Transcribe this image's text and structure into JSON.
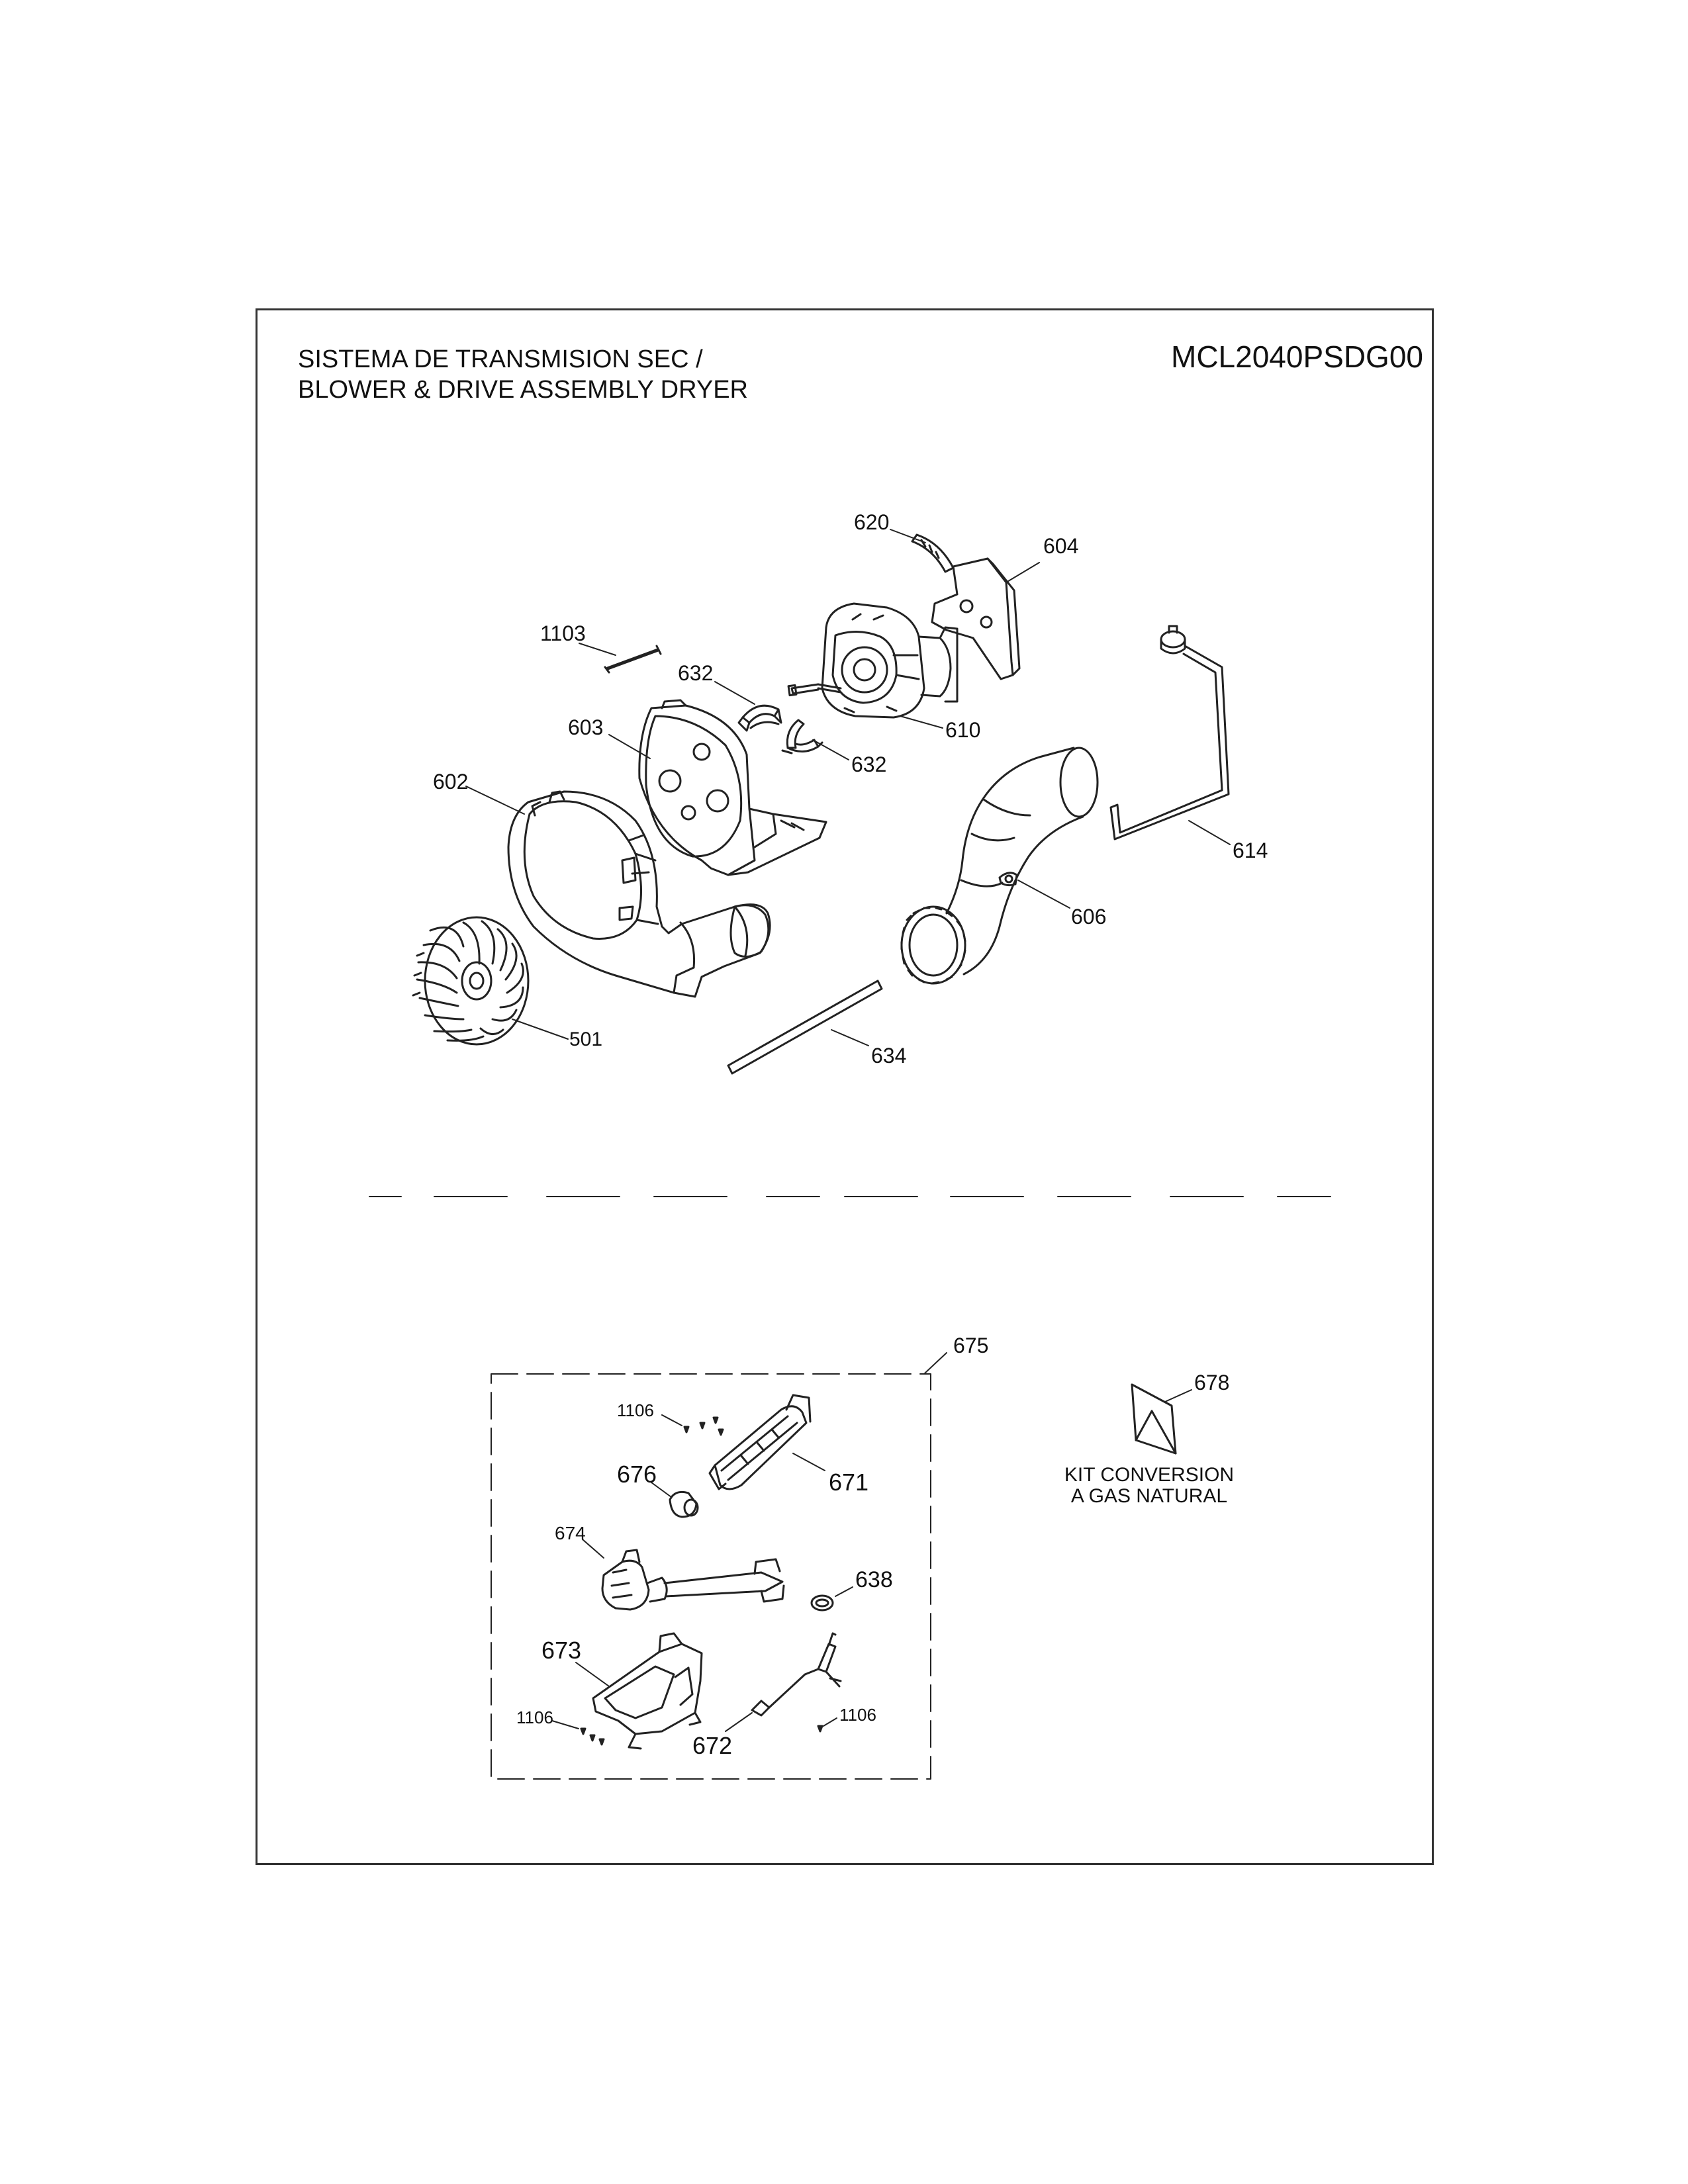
{
  "header": {
    "title_line1": "SISTEMA DE TRANSMISION SEC /",
    "title_line2": "BLOWER & DRIVE ASSEMBLY DRYER",
    "model_number": "MCL2040PSDG00"
  },
  "callouts": {
    "p620": "620",
    "p604": "604",
    "p1103": "1103",
    "p632a": "632",
    "p603": "603",
    "p632b": "632",
    "p610": "610",
    "p602": "602",
    "p614": "614",
    "p606": "606",
    "p501": "501",
    "p634": "634",
    "p675": "675",
    "p1106a": "1106",
    "p676": "676",
    "p671": "671",
    "p674": "674",
    "p638": "638",
    "p673": "673",
    "p1106b": "1106",
    "p672": "672",
    "p1106c": "1106",
    "p678": "678"
  },
  "kit": {
    "line1": "KIT CONVERSION",
    "line2": "A GAS NATURAL"
  }
}
